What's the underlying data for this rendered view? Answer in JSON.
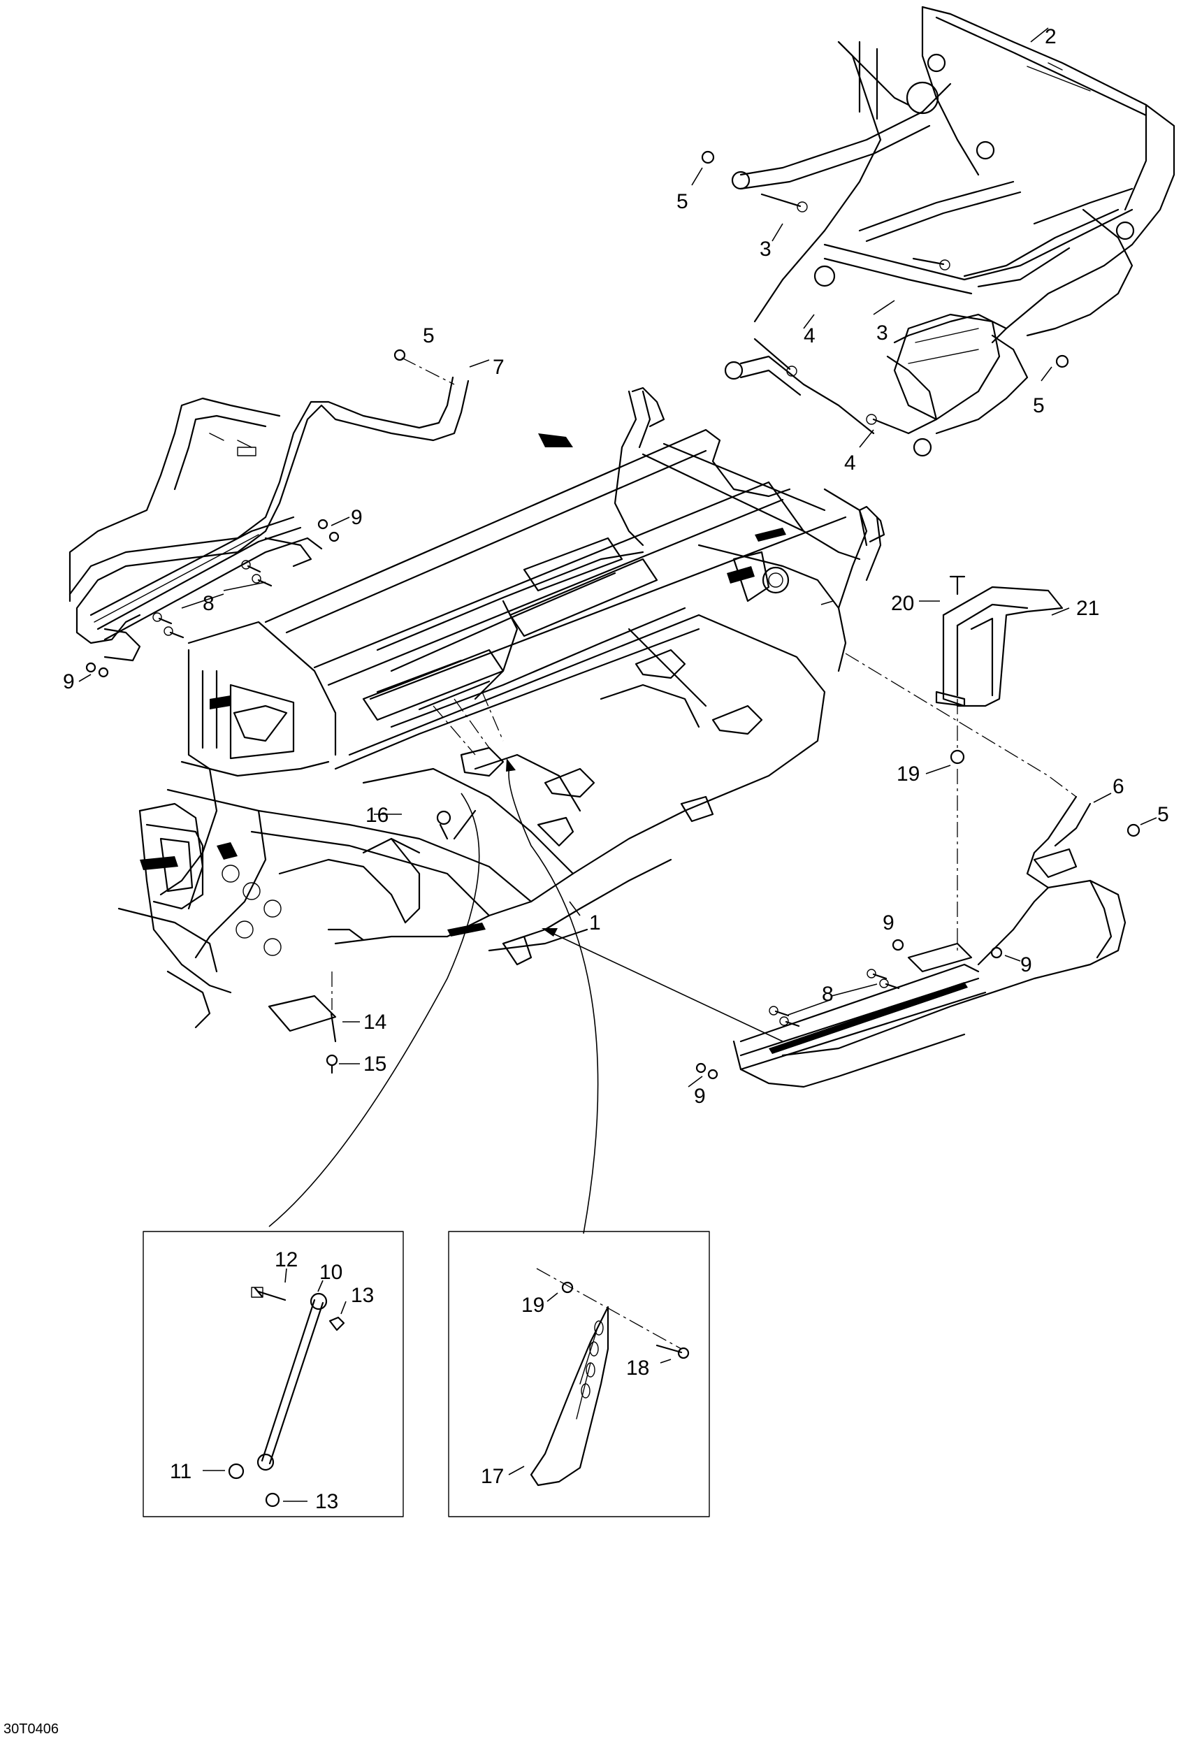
{
  "diagram_code": "30T0406",
  "callouts": {
    "c1": "1",
    "c2": "2",
    "c3a": "3",
    "c3b": "3",
    "c4a": "4",
    "c4b": "4",
    "c5a": "5",
    "c5b": "5",
    "c5c": "5",
    "c5d": "5",
    "c6": "6",
    "c7": "7",
    "c8a": "8",
    "c8b": "8",
    "c9a": "9",
    "c9b": "9",
    "c9c": "9",
    "c9d": "9",
    "c9e": "9",
    "c10": "10",
    "c11": "11",
    "c12": "12",
    "c13a": "13",
    "c13b": "13",
    "c14": "14",
    "c15": "15",
    "c16": "16",
    "c17": "17",
    "c18": "18",
    "c19a": "19",
    "c19b": "19",
    "c20": "20",
    "c21": "21"
  }
}
